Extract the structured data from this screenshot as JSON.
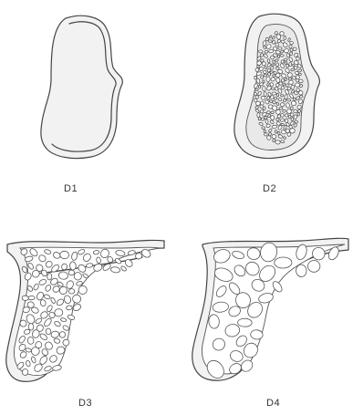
{
  "panels": [
    {
      "id": "d1",
      "label": "D1"
    },
    {
      "id": "d2",
      "label": "D2"
    },
    {
      "id": "d3",
      "label": "D3"
    },
    {
      "id": "d4",
      "label": "D4"
    }
  ]
}
